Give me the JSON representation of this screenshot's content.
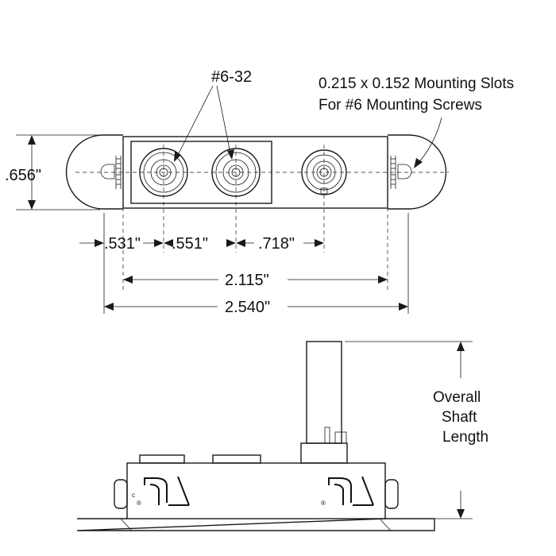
{
  "thread_label": "#6-32",
  "slot_note_line1": "0.215 x 0.152 Mounting Slots",
  "slot_note_line2": "For #6 Mounting Screws",
  "dim_height": ".656\"",
  "dim_a": ".531\"",
  "dim_b": ".551\"",
  "dim_c": ".718\"",
  "dim_slots": "2.115\"",
  "dim_overall": "2.540\"",
  "shaft_label_line1": "Overall",
  "shaft_label_line2": "Shaft",
  "shaft_label_line3": "Length",
  "registered_mark": "®",
  "c_mark": "c"
}
